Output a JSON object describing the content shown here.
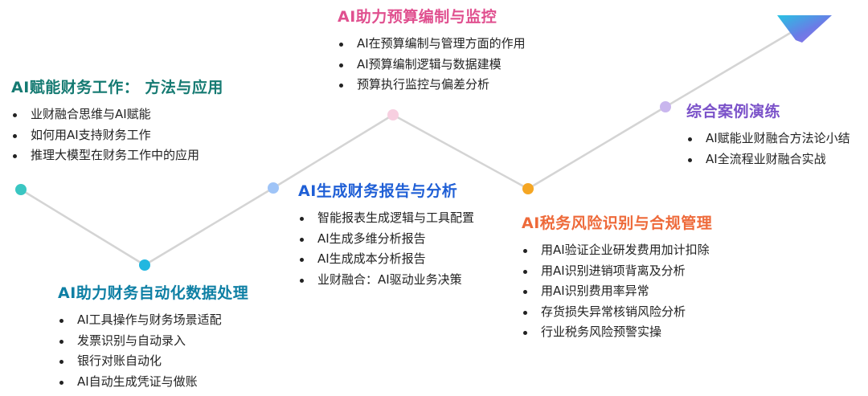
{
  "stages": [
    {
      "title": "AI赋能财务工作： 方法与应用",
      "color": "#157a72",
      "node_color": "#3ac6c2",
      "items": [
        "业财融合思维与AI赋能",
        "如何用AI支持财务工作",
        "推理大模型在财务工作中的应用"
      ]
    },
    {
      "title": "AI助力财务自动化数据处理",
      "color": "#0e7fa4",
      "node_color": "#22b7e0",
      "items": [
        "AI工具操作与财务场景适配",
        "发票识别与自动录入",
        "银行对账自动化",
        "AI自动生成凭证与做账"
      ]
    },
    {
      "title": "AI生成财务报告与分析",
      "color": "#1f5fd6",
      "node_color": "#9fc4f7",
      "items": [
        "智能报表生成逻辑与工具配置",
        "AI生成多维分析报告",
        "AI生成成本分析报告",
        "业财融合：AI驱动业务决策"
      ]
    },
    {
      "title": "AI助力预算编制与监控",
      "color": "#e0508f",
      "node_color": "#f7cfe0",
      "items": [
        "AI在预算编制与管理方面的作用",
        "AI预算编制逻辑与数据建模",
        "预算执行监控与偏差分析"
      ]
    },
    {
      "title": "AI税务风险识别与合规管理",
      "color": "#ee6a3a",
      "node_color": "#f5a623",
      "items": [
        "用AI验证企业研发费用加计扣除",
        "用AI识别进销项背离及分析",
        "用AI识别费用率异常",
        "存货损失异常核销风险分析",
        "行业税务风险预警实操"
      ]
    },
    {
      "title": "综合案例演练",
      "color": "#7b52c9",
      "node_color": "#c9b6ee",
      "items": [
        "AI赋能业财融合方法论小结",
        "AI全流程业财融合实战"
      ]
    }
  ],
  "path_color": "#d4d4d4",
  "arrow_colors": [
    "#27c3e3",
    "#6a7ce6",
    "#9b6ae8"
  ]
}
